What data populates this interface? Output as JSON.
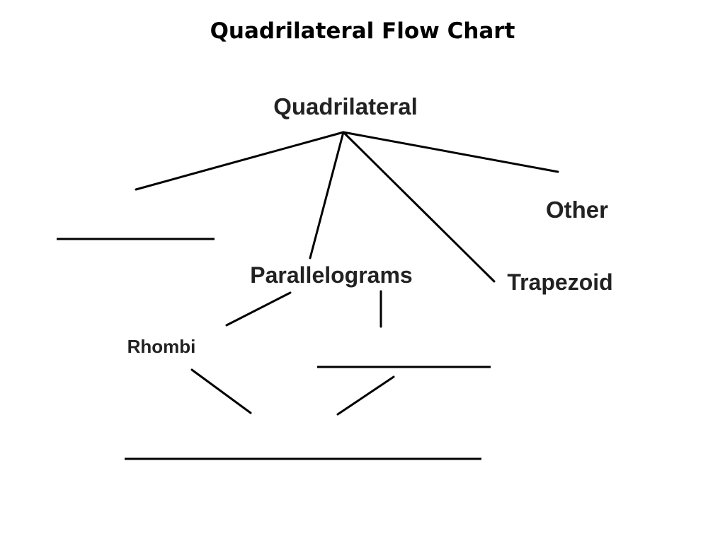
{
  "title": "Quadrilateral Flow Chart",
  "nodes": {
    "root": "Quadrilateral",
    "parallelograms": "Parallelograms",
    "trapezoid": "Trapezoid",
    "other": "Other",
    "rhombi": "Rhombi"
  },
  "colors": {
    "line": "#000000",
    "text": "#222222",
    "background": "#ffffff"
  }
}
